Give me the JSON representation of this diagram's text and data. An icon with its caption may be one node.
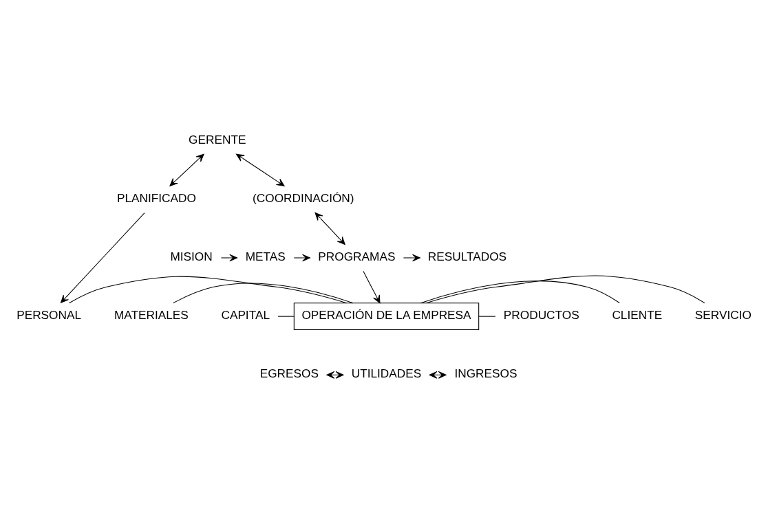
{
  "diagram": {
    "nodes": [
      {
        "text": [
          "GERENTE"
        ]
      },
      {
        "text": [
          "PLANIFICADO"
        ]
      },
      {
        "text": [
          "(COORDINACIÓN)"
        ]
      },
      {
        "text": [
          "MISION"
        ]
      },
      {
        "text": [
          "METAS"
        ]
      },
      {
        "text": [
          "PROGRAMAS"
        ]
      },
      {
        "text": [
          "RESULTADOS"
        ]
      },
      {
        "text": [
          "PERSONAL"
        ]
      },
      {
        "text": [
          "CAPITAL"
        ]
      },
      {
        "text": [
          "MATERIALES"
        ]
      },
      {
        "text": [
          "OPERACIÓN DE LA EMPRESA"
        ]
      },
      {
        "text": [
          "PRODUCTOS"
        ]
      },
      {
        "text": [
          "SERVICIO"
        ]
      },
      {
        "text": [
          "CLIENTE"
        ]
      },
      {
        "text": [
          "EGRESOS"
        ]
      },
      {
        "text": [
          "UTILIDADES"
        ]
      },
      {
        "text": [
          "INGRESOS"
        ]
      }
    ],
    "edges": [
      {
        "from": 1,
        "to": 0,
        "arrow": "both"
      },
      {
        "from": 0,
        "to": 2,
        "arrow": "both"
      },
      {
        "from": 2,
        "to": 5,
        "arrow": "both"
      },
      {
        "from": 3,
        "to": 4,
        "arrow": "to"
      },
      {
        "from": 4,
        "to": 5,
        "arrow": "to"
      },
      {
        "from": 5,
        "to": 6,
        "arrow": "to"
      },
      {
        "from": 1,
        "to": 7,
        "arrow": "to"
      },
      {
        "from": 5,
        "to": 10,
        "arrow": "to"
      },
      {
        "from": 7,
        "to": 10,
        "arrow": "none"
      },
      {
        "from": 8,
        "to": 10,
        "arrow": "none"
      },
      {
        "from": 9,
        "to": 10,
        "arrow": "none"
      },
      {
        "from": 10,
        "to": 11,
        "arrow": "none"
      },
      {
        "from": 10,
        "to": 12,
        "arrow": "none"
      },
      {
        "from": 10,
        "to": 13,
        "arrow": "none"
      },
      {
        "from": 14,
        "to": 15,
        "arrow": "both",
        "style": "dashed"
      },
      {
        "from": 15,
        "to": 16,
        "arrow": "both",
        "style": "dashed"
      }
    ]
  }
}
